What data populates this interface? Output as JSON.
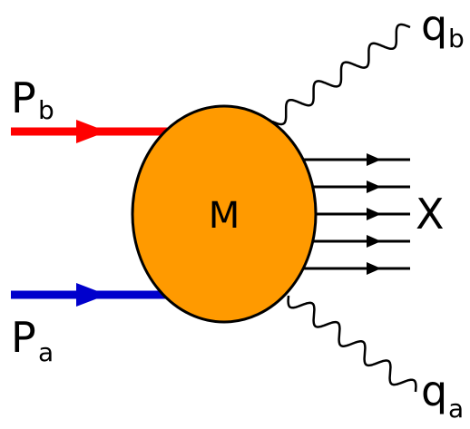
{
  "colors": {
    "beam_b": "#ff0000",
    "beam_a": "#0000cc",
    "blob_fill": "#ff9a00",
    "line": "#000000"
  },
  "labels": {
    "pb_main": "P",
    "pb_sub": "b",
    "pa_main": "P",
    "pa_sub": "a",
    "qb_main": "q",
    "qb_sub": "b",
    "qa_main": "q",
    "qa_sub": "a",
    "blob": "M",
    "final_state": "X"
  },
  "final_state_lines": 5
}
